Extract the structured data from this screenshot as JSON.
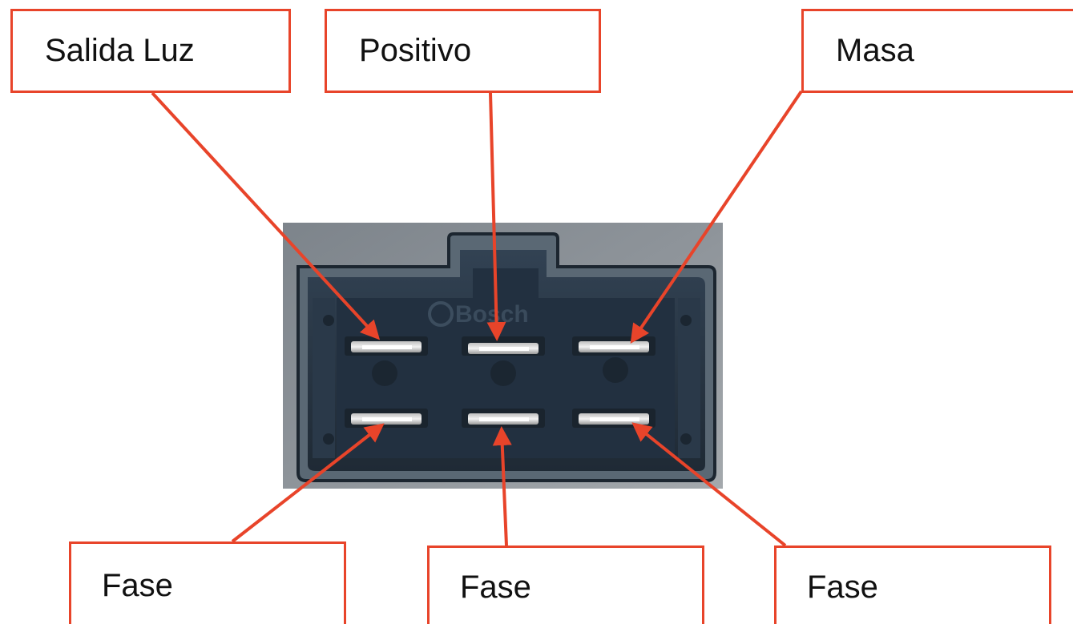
{
  "colors": {
    "accent": "#e8442a",
    "photo_background": "#8a9096",
    "housing": "#2b3a48",
    "housing_dark": "#18222d",
    "pin_metal": "#d9d9d9",
    "pin_highlight": "#ffffff"
  },
  "labels": {
    "salida_luz": "Salida Luz",
    "positivo": "Positivo",
    "masa": "Masa",
    "fase_left": "Fase",
    "fase_center": "Fase",
    "fase_right": "Fase"
  },
  "connector": {
    "brand_mark": "Bosch",
    "pin_count": 6
  }
}
